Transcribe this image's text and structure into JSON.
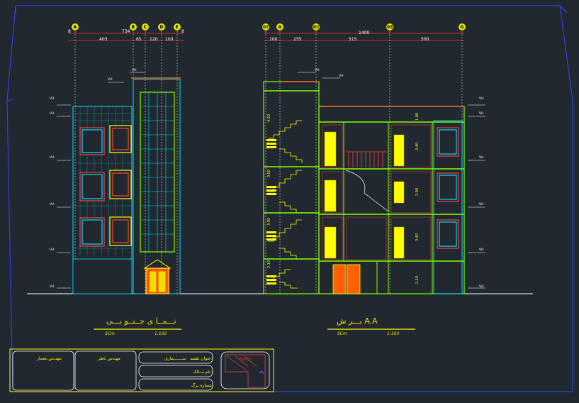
{
  "left_view": {
    "axes": [
      "A",
      "B",
      "C",
      "D",
      "E"
    ],
    "total_dim": "734",
    "end_dim_left": "8",
    "end_dim_right": "8",
    "segment_dims": [
      "403",
      "85",
      "120",
      "100"
    ],
    "title": "نـــمــا ی جــنــو بـــی",
    "scale_left": "SCm",
    "scale_right": "1:100"
  },
  "right_view": {
    "axes": [
      "07",
      "A",
      "02",
      "03",
      "G"
    ],
    "total_dim": "1400",
    "segment_dims": [
      "100",
      "255",
      "515",
      "500"
    ],
    "title": "بـــر ش      A.A",
    "scale_left": "SCm",
    "scale_right": "1:100",
    "vertical_dims": [
      "1.80",
      "3.40",
      "2.90",
      "3.40",
      "2.10"
    ],
    "stair_dims": [
      "4.20",
      "3.00",
      "3.00",
      "2.10"
    ]
  },
  "level_tag": "VH",
  "title_block": {
    "cell1": "مهندس معمار",
    "cell2": "مهندس ناظر",
    "project_label": "عنوان نقشه:",
    "project_value": "ســـــــماری",
    "owner_label": "نام مــالک:",
    "sheet_label": "شماره برگ:",
    "logo_text": "North",
    "logo_symbol": "^"
  }
}
